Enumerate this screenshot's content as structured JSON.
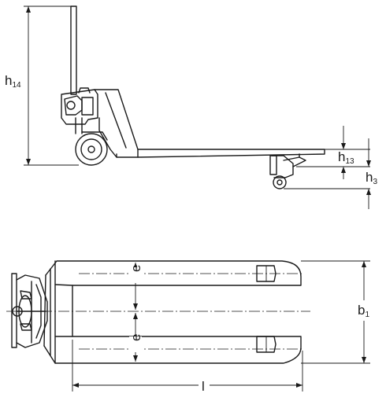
{
  "dimensions": {
    "h14": {
      "main": "h",
      "sub": "14"
    },
    "h13": {
      "main": "h",
      "sub": "13"
    },
    "h3": {
      "main": "h",
      "sub": "3"
    },
    "e_top": {
      "main": "e",
      "sub": ""
    },
    "e_bottom": {
      "main": "e",
      "sub": ""
    },
    "b1": {
      "main": "b",
      "sub": "1"
    },
    "l": {
      "main": "l",
      "sub": ""
    }
  }
}
